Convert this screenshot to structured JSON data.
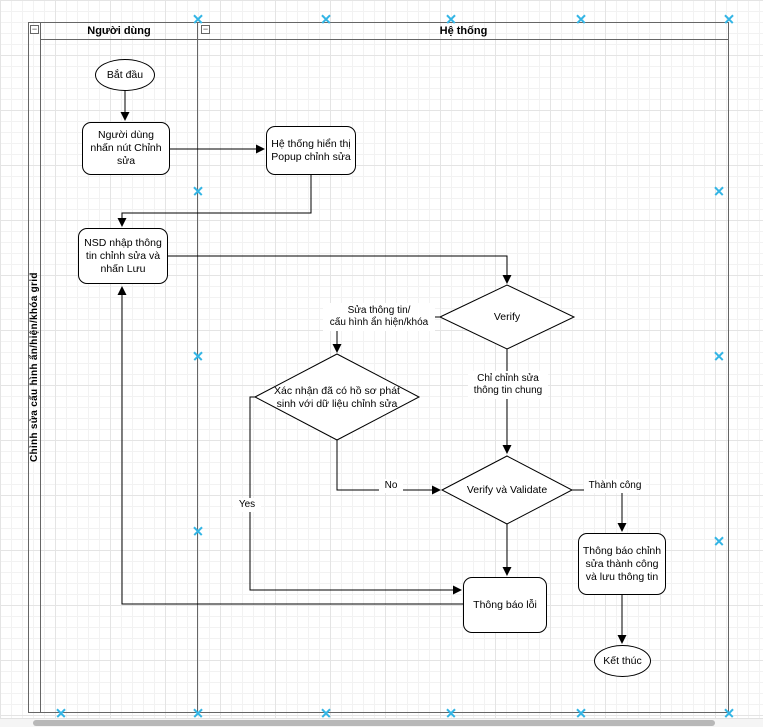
{
  "diagram": {
    "pool_title": "Chỉnh sửa cấu hình ẩn/hiện/khóa grid",
    "lanes": [
      {
        "label": "Người dùng"
      },
      {
        "label": "Hệ thống"
      }
    ]
  },
  "nodes": {
    "start": "Bắt đầu",
    "click_edit": "Người dùng nhấn nút Chỉnh sửa",
    "show_popup": "Hệ thống hiển thị Popup chỉnh sửa",
    "input_save": "NSD nhập thông tin chỉnh sửa và nhấn Lưu",
    "verify": "Verify",
    "confirm_record": "Xác nhận đã có hồ sơ phát sinh với dữ liệu chỉnh sửa",
    "verify_validate": "Verify và Validate",
    "error": "Thông báo lỗi",
    "success": "Thông báo chỉnh sửa thành công và lưu thông tin",
    "end": "Kết thúc"
  },
  "edge_labels": {
    "config_branch": "Sửa thông tin/\ncấu hình ẩn hiện/khóa",
    "general_branch": "Chỉ chỉnh sửa\nthông tin chung",
    "no": "No",
    "yes": "Yes",
    "success": "Thành công"
  },
  "icons": {
    "collapse_glyph": "−",
    "connection_point": "x-cross"
  },
  "colors": {
    "shape_stroke": "#000000",
    "lane_stroke": "#666666",
    "connection_point_blue": "#33b5e5",
    "grid_minor": "#f2f2f2",
    "grid_major": "#e4e4e4",
    "scrollbar_thumb": "#b8b8b8"
  }
}
